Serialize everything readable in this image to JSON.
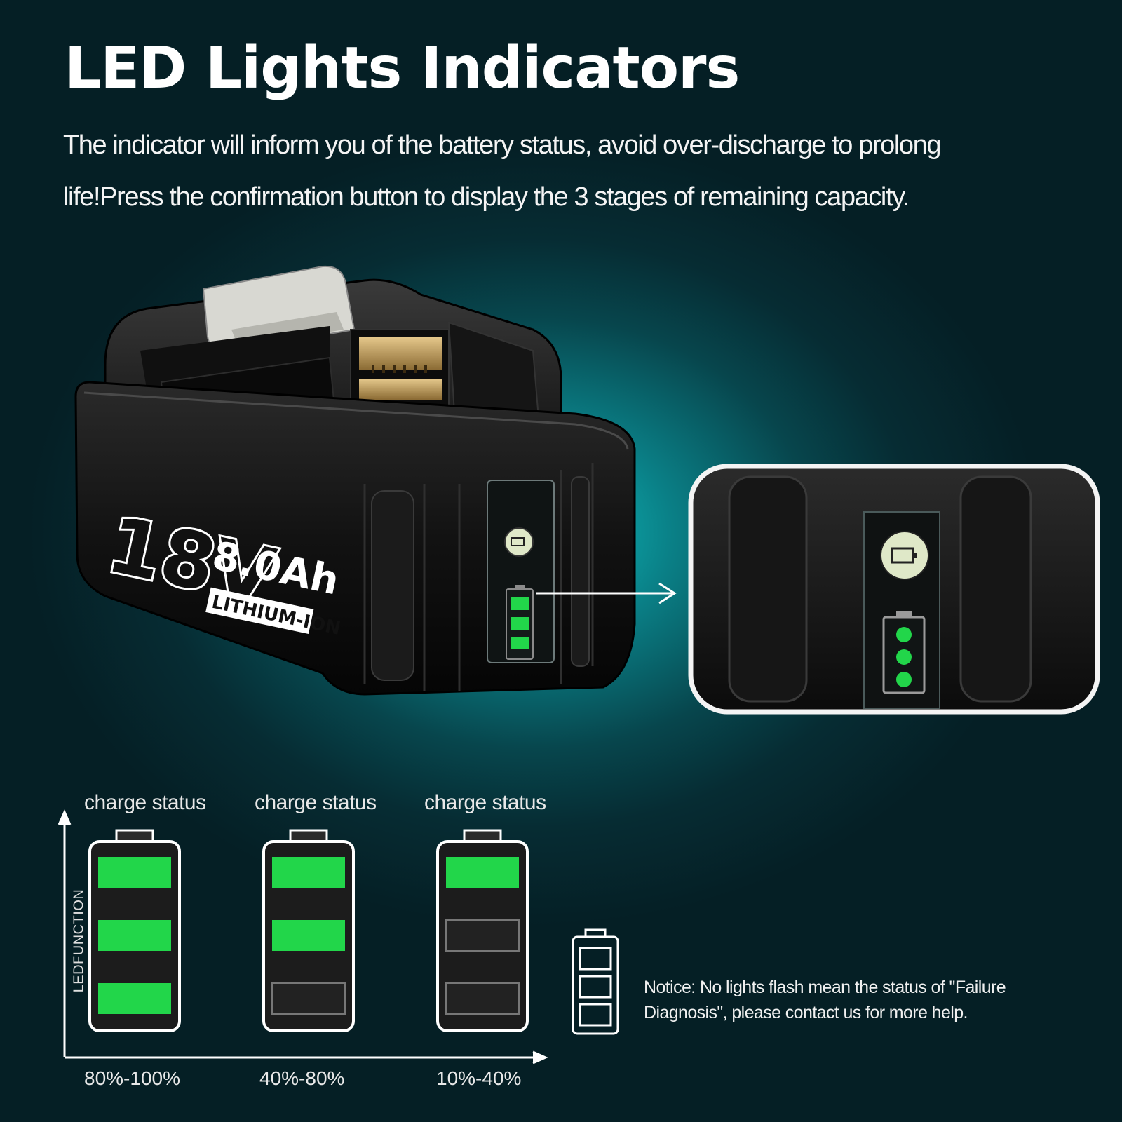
{
  "heading": {
    "title": "LED Lights Indicators",
    "description_line1": "The indicator will inform you of the battery status, avoid over-discharge to prolong",
    "description_line2": "life!Press the confirmation button to display the 3 stages of remaining capacity."
  },
  "battery": {
    "voltage": "18V",
    "capacity": "8.0Ah",
    "chemistry": "LITHIUM-ION"
  },
  "led_chart": {
    "axis_label": "LEDFUNCTION",
    "stages": [
      {
        "label": "charge status",
        "range": "80%-100%",
        "lit": 3
      },
      {
        "label": "charge status",
        "range": "40%-80%",
        "lit": 2
      },
      {
        "label": "charge status",
        "range": "10%-40%",
        "lit": 1
      }
    ],
    "failure_icon": "empty-battery-icon"
  },
  "notice": {
    "line1": "Notice: No lights flash mean the status of \"Failure",
    "line2": "Diagnosis\", please contact us for more help."
  },
  "colors": {
    "led_green": "#22d64a",
    "background_center": "#0fc4c4",
    "background_edge": "#051f25",
    "battery_body": "#0d0d0d"
  }
}
